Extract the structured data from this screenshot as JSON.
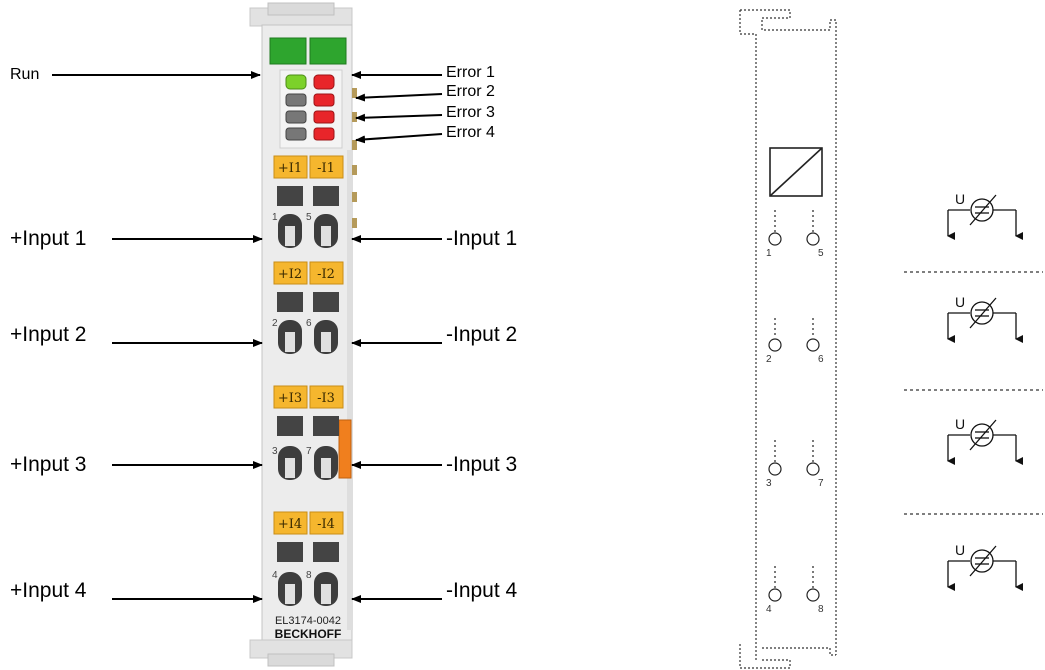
{
  "callouts": {
    "run": "Run",
    "error1": "Error 1",
    "error2": "Error 2",
    "error3": "Error 3",
    "error4": "Error 4",
    "plus_input1": "+Input 1",
    "minus_input1": "-Input 1",
    "plus_input2": "+Input 2",
    "minus_input2": "-Input 2",
    "plus_input3": "+Input 3",
    "minus_input3": "-Input 3",
    "plus_input4": "+Input 4",
    "minus_input4": "-Input 4"
  },
  "terminal": {
    "model": "EL3174-0042",
    "brand": "BECKHOFF",
    "tabs": [
      {
        "plus": "+I1",
        "minus": "-I1",
        "left_num": "1",
        "right_num": "5"
      },
      {
        "plus": "+I2",
        "minus": "-I2",
        "left_num": "2",
        "right_num": "6"
      },
      {
        "plus": "+I3",
        "minus": "-I3",
        "left_num": "3",
        "right_num": "7"
      },
      {
        "plus": "+I4",
        "minus": "-I4",
        "left_num": "4",
        "right_num": "8"
      }
    ]
  },
  "schematic": {
    "pins": [
      {
        "left": "1",
        "right": "5"
      },
      {
        "left": "2",
        "right": "6"
      },
      {
        "left": "3",
        "right": "7"
      },
      {
        "left": "4",
        "right": "8"
      }
    ],
    "voltage_symbol": "U"
  },
  "colors": {
    "led_green": "#7cd12a",
    "led_red": "#e8252a",
    "tab_orange": "#f5b62e",
    "top_green": "#2ea52e",
    "side_orange": "#f07f1e",
    "housing": "#ececec"
  }
}
